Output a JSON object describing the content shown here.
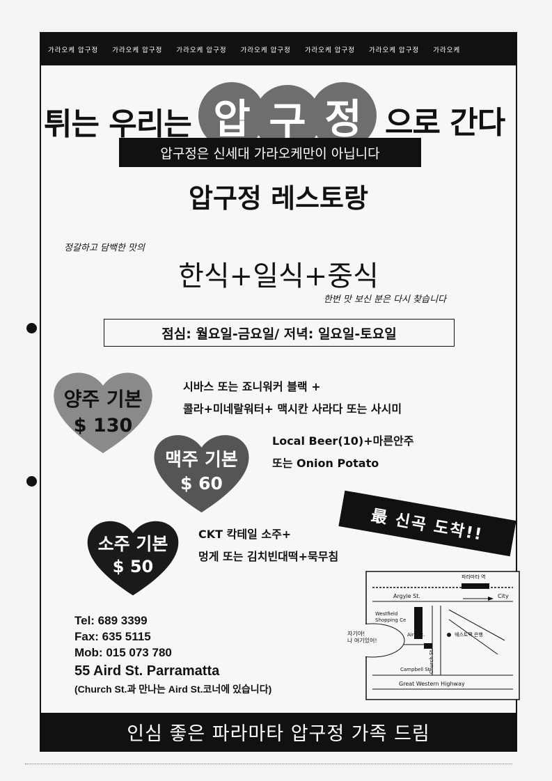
{
  "strip_items": [
    "가라오케 압구정",
    "가라오케 압구정",
    "가라오케 압구정",
    "가라오케 압구정",
    "가라오케 압구정",
    "가라오케 압구정",
    "가라오케"
  ],
  "headline": {
    "left": "튀는 우리는",
    "circles": [
      "압",
      "구",
      "정"
    ],
    "right": "으로 간다"
  },
  "banner": "압구정은 신세대 가라오케만이 아닙니다",
  "restaurant_title": "압구정 레스토랑",
  "tagline_small": "정갈하고 담백한 맛의",
  "cuisine": "한식+일식+중식",
  "tagline_2": "한번 맛 보신 분은 다시 찾습니다",
  "hours": "점심: 월요일-금요일/ 저녁: 일요일-토요일",
  "packages": [
    {
      "name": "양주 기본",
      "price": "$ 130",
      "desc": [
        "시바스 또는 죠니워커 블랙 +",
        "콜라+미네랄워터+ 맥시칸 사라다 또는 사시미"
      ]
    },
    {
      "name": "맥주 기본",
      "price": "$ 60",
      "desc": [
        "Local Beer(10)+마른안주",
        "또는 Onion Potato"
      ]
    },
    {
      "name": "소주 기본",
      "price": "$ 50",
      "desc": [
        "CKT 칵테일 소주+",
        "멍게 또는 김치빈대떡+묵무침"
      ]
    }
  ],
  "new_songs": "最 신곡 도착!!",
  "contact": {
    "tel": "Tel:   689 3399",
    "fax": "Fax:   635 5115",
    "mob": "Mob: 015 073 780",
    "address": "55 Aird St. Parramatta",
    "note": "(Church St.과 만나는 Aird St.코너에 있습니다)"
  },
  "map": {
    "station": "파라마타 역",
    "argyle": "Argyle St.",
    "city": "City",
    "westfield": "Westfield",
    "shopping": "Shopping Ce",
    "aird": "Aird St.",
    "church": "Church St.",
    "bank": "웨스트팩 은행",
    "campbell": "Campbell St.",
    "gwh": "Great Western Highway",
    "bubble1": "자기야!",
    "bubble2": "나 여기있어!"
  },
  "footer": "인심 좋은 파라마타 압구정 가족 드림"
}
